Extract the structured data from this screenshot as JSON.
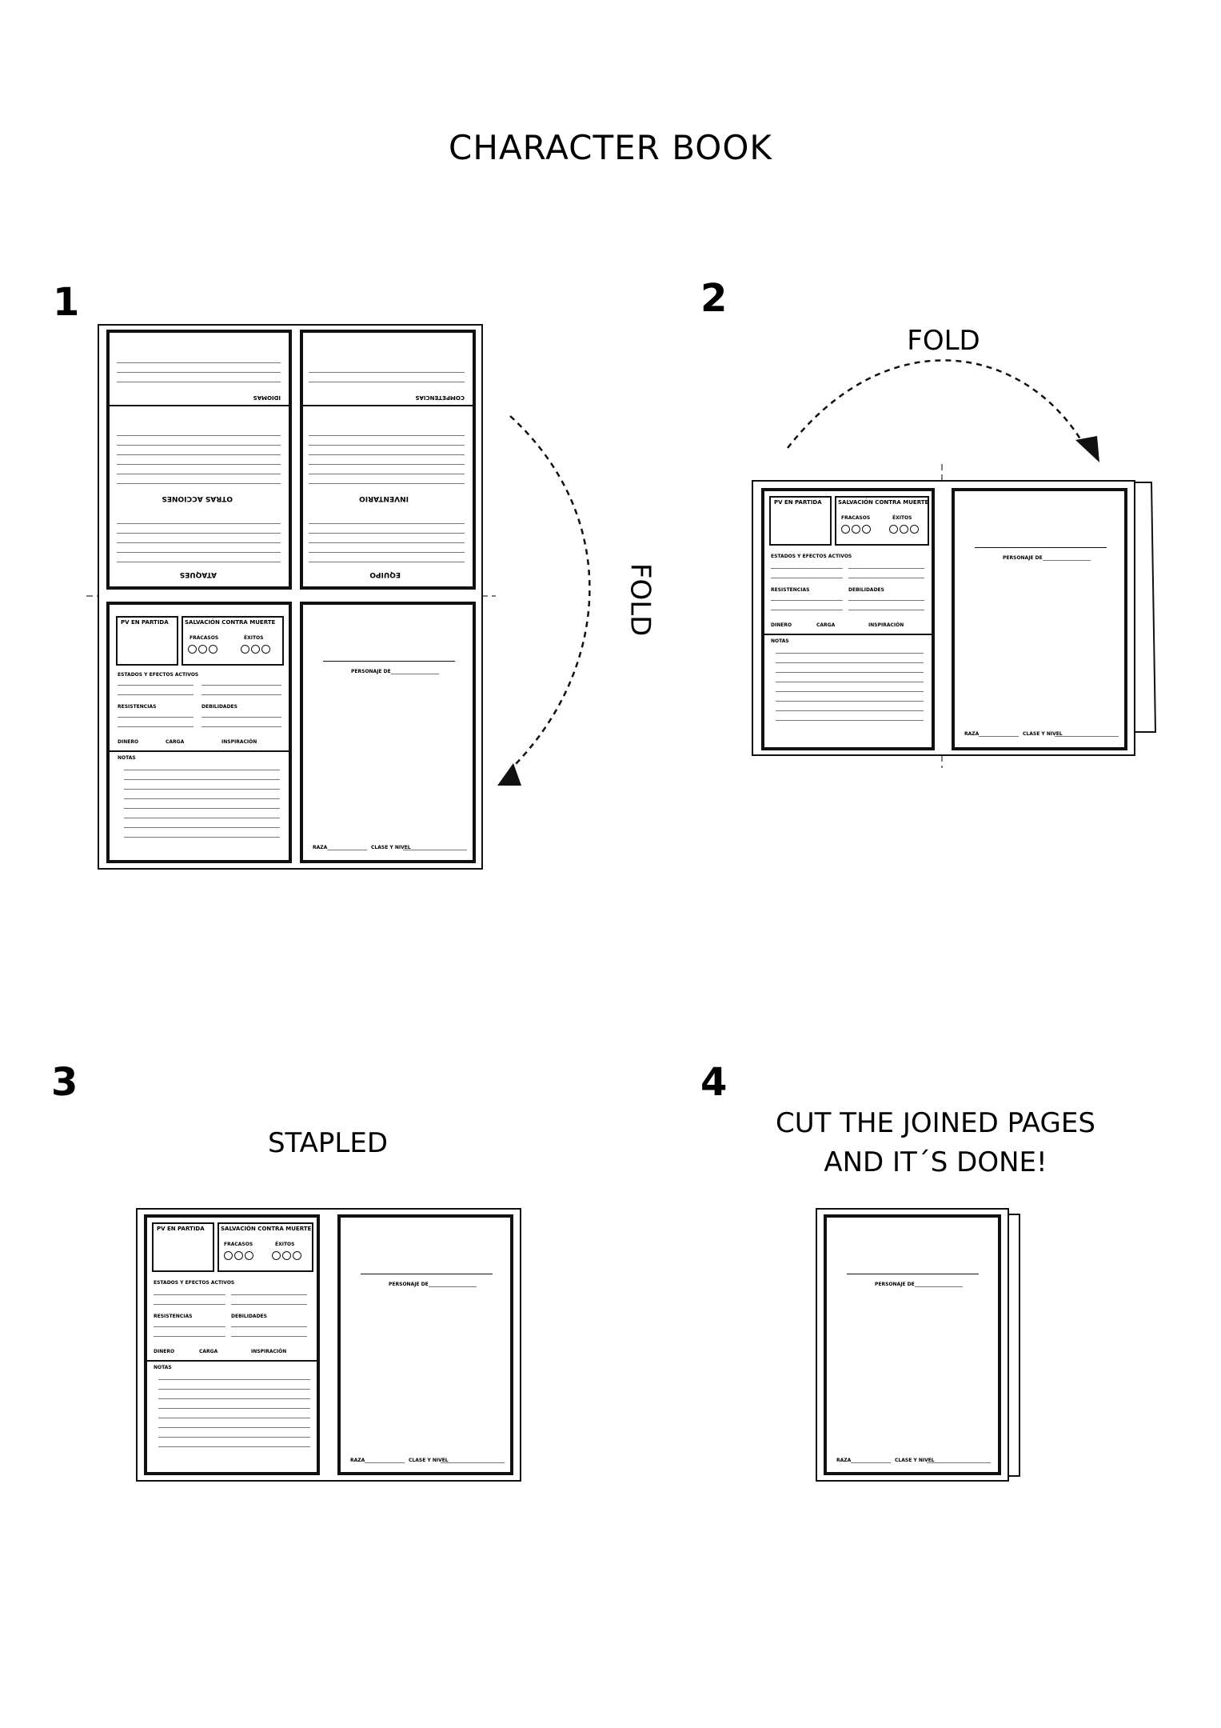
{
  "title": "CHARACTER BOOK",
  "steps": [
    {
      "number": "1",
      "caption": ""
    },
    {
      "number": "2",
      "caption": ""
    },
    {
      "number": "3",
      "caption": "STAPLED"
    },
    {
      "number": "4",
      "caption": "CUT THE JOINED PAGES AND IT´S DONE!"
    }
  ],
  "fold_label": "FOLD",
  "sheet": {
    "pv_en_partida": "PV EN PARTIDA",
    "salvacion": "SALVACIÓN CONTRA MUERTE",
    "fracasos": "FRACASOS",
    "exitos": "ÉXITOS",
    "estados": "ESTADOS Y EFECTOS ACTIVOS",
    "resistencias": "RESISTENCIAS",
    "debilidades": "DEBILIDADES",
    "dinero": "DINERO",
    "carga": "CARGA",
    "inspiracion": "INSPIRACIÓN",
    "notas": "NOTAS",
    "personaje_de": "PERSONAJE DE",
    "raza": "RAZA",
    "clase_nivel": "CLASE Y NIVEL",
    "ataques": "ATAQUES",
    "otras_acciones": "OTRAS ACCIONES",
    "inventario": "INVENTARIO",
    "equipo": "EQUIPO",
    "idiomas": "IDIOMAS",
    "competencias": "COMPETENCIAS"
  },
  "colors": {
    "ink": "#111111",
    "paper": "#ffffff",
    "rule": "#777777"
  }
}
